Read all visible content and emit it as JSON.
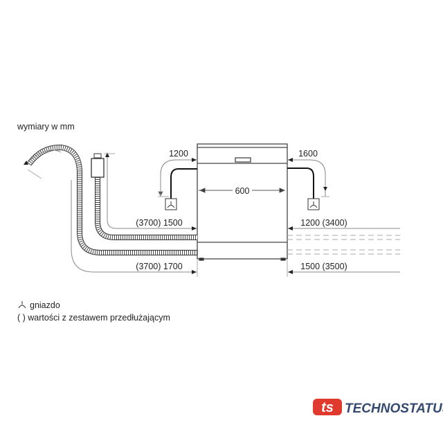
{
  "unit_note": "wymiary w mm",
  "dimensions": {
    "width": "600",
    "left_top": "1200",
    "right_top": "1600",
    "left_mid": "(3700) 1500",
    "left_bottom": "(3700) 1700",
    "right_mid": "1200 (3400)",
    "right_bottom": "1500 (3500)"
  },
  "legend": {
    "socket": "gniazdo",
    "brackets": "( ) wartości z zestawem przedłużającym"
  },
  "logo": {
    "mark": "ts",
    "name": "TECHNOSTATUS",
    "red": "#e03a2f",
    "blue": "#34496f"
  }
}
